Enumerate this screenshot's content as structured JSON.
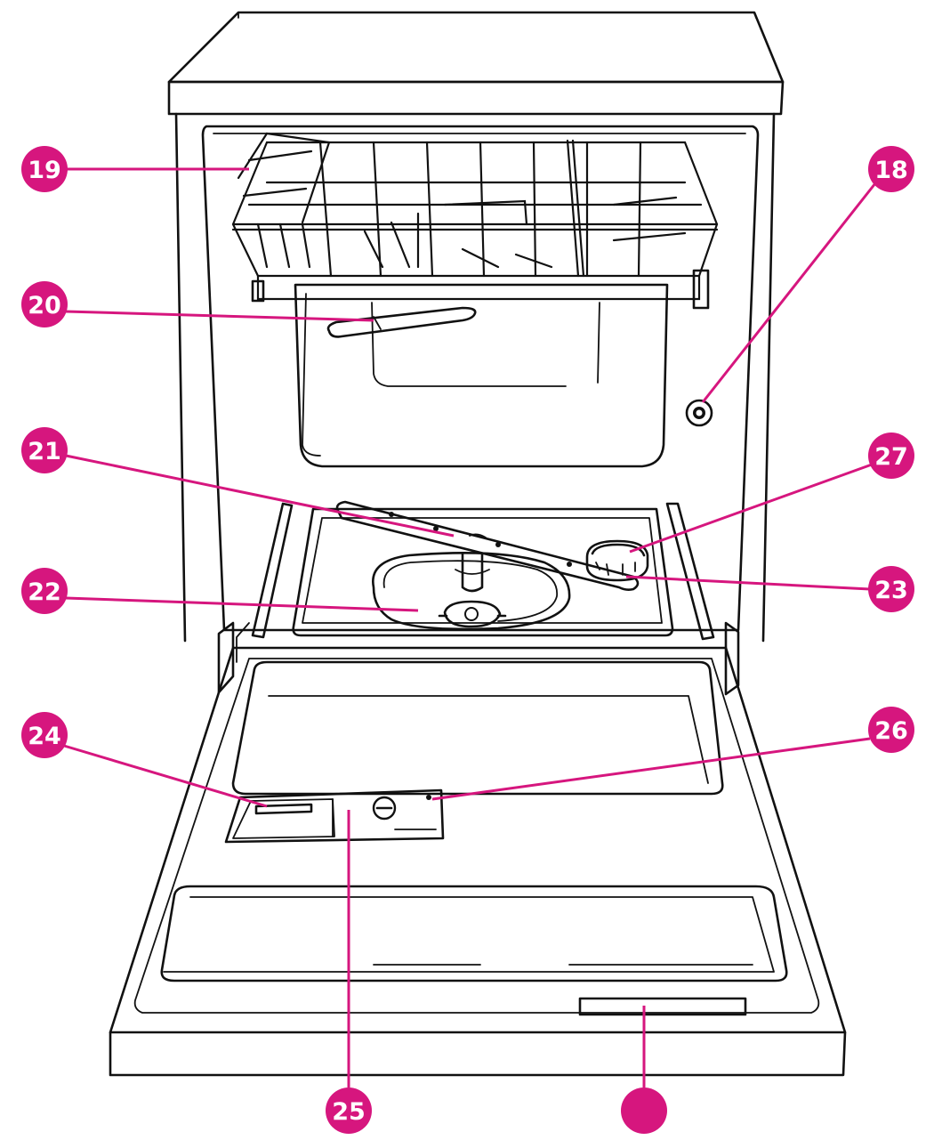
{
  "colors": {
    "callout": "#d6167e",
    "line": "#111111",
    "background": "#ffffff"
  },
  "callouts": [
    {
      "id": "c19",
      "label": "19"
    },
    {
      "id": "c20",
      "label": "20"
    },
    {
      "id": "c21",
      "label": "21"
    },
    {
      "id": "c22",
      "label": "22"
    },
    {
      "id": "c24",
      "label": "24"
    },
    {
      "id": "c18",
      "label": "18"
    },
    {
      "id": "c27",
      "label": "27"
    },
    {
      "id": "c23",
      "label": "23"
    },
    {
      "id": "c26",
      "label": "26"
    },
    {
      "id": "c25",
      "label": "25"
    },
    {
      "id": "cblank",
      "label": ""
    }
  ]
}
